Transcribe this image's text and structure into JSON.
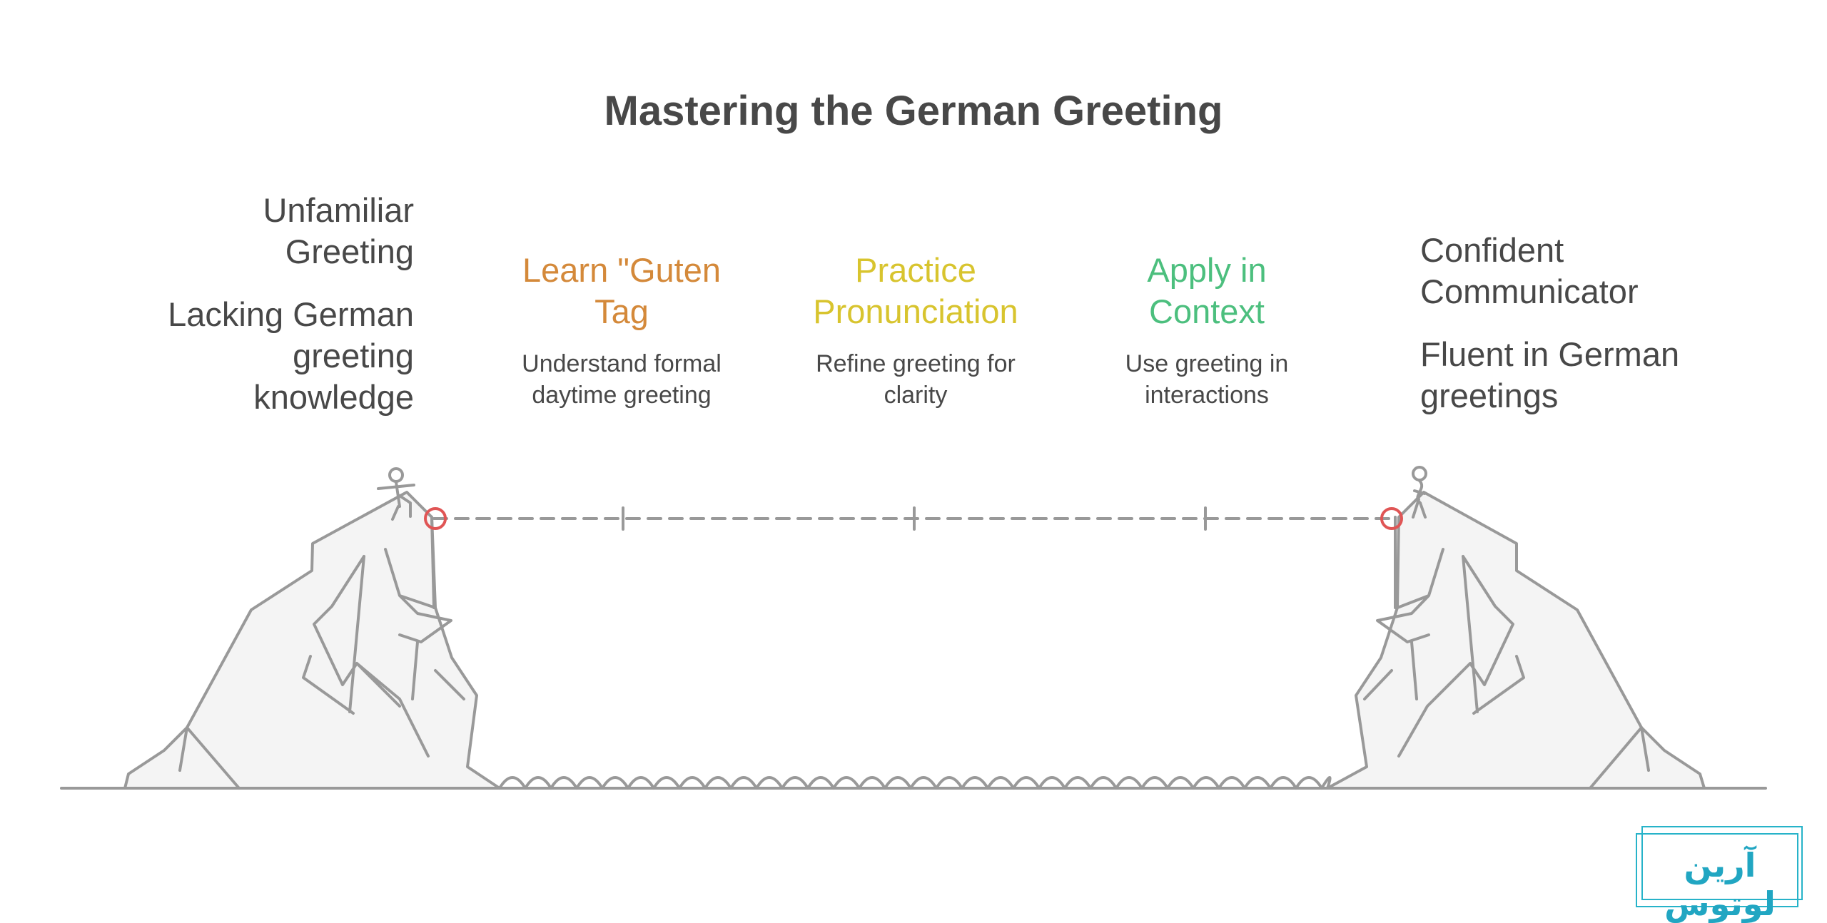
{
  "title": "Mastering the German Greeting",
  "start": {
    "title_lines": [
      "Unfamiliar",
      "Greeting"
    ],
    "desc_lines": [
      "Lacking German",
      "greeting",
      "knowledge"
    ]
  },
  "end": {
    "title_lines": [
      "Confident",
      "Communicator"
    ],
    "desc_lines": [
      "Fluent in German",
      "greetings"
    ]
  },
  "steps": [
    {
      "title_lines": [
        "Learn \"Guten",
        "Tag"
      ],
      "desc_lines": [
        "Understand formal",
        "daytime greeting"
      ],
      "color": "#d4893a"
    },
    {
      "title_lines": [
        "Practice",
        "Pronunciation"
      ],
      "desc_lines": [
        "Refine greeting for",
        "clarity"
      ],
      "color": "#d8c42e"
    },
    {
      "title_lines": [
        "Apply in",
        "Context"
      ],
      "desc_lines": [
        "Use greeting in",
        "interactions"
      ],
      "color": "#4cbf7e"
    }
  ],
  "colors": {
    "line": "#999999",
    "rock_fill": "#f4f4f4",
    "marker": "#e05555"
  },
  "watermark": {
    "text": "آرین لوتوس",
    "color": "#21a6c2"
  }
}
